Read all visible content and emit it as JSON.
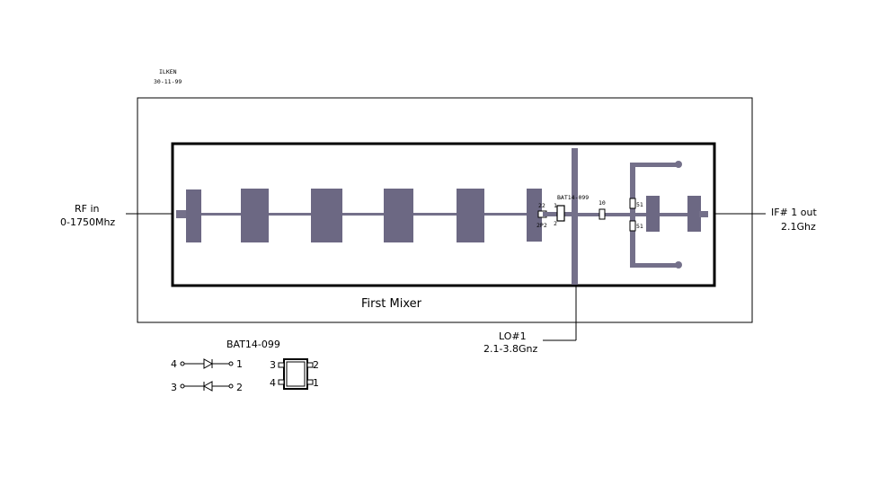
{
  "header": {
    "author": "ILKEN",
    "date": "30-11-99"
  },
  "ports": {
    "rf_in_label": "RF in",
    "rf_in_range": "0-1750Mhz",
    "if_out_label": "IF# 1 out",
    "if_out_freq": "2.1Ghz",
    "lo_label": "LO#1",
    "lo_range": "2.1-3.8Gnz"
  },
  "board": {
    "title": "First Mixer",
    "part_label": "BAT14-099",
    "pin_label_top": "1",
    "pin_label_bottom": "2",
    "cap_label_top": "22",
    "cap_label_bottom": "2P2",
    "res_label": "10",
    "res_top_label": "51",
    "res_bottom_label": "51"
  },
  "legend": {
    "part_name": "BAT14-099",
    "diode_row1_left": "4",
    "diode_row1_right": "1",
    "diode_row2_left": "3",
    "diode_row2_right": "2",
    "pkg_pin_tl": "3",
    "pkg_pin_tr": "2",
    "pkg_pin_bl": "4",
    "pkg_pin_br": "1"
  },
  "colors": {
    "trace": "#74708a",
    "outline": "#000000"
  }
}
